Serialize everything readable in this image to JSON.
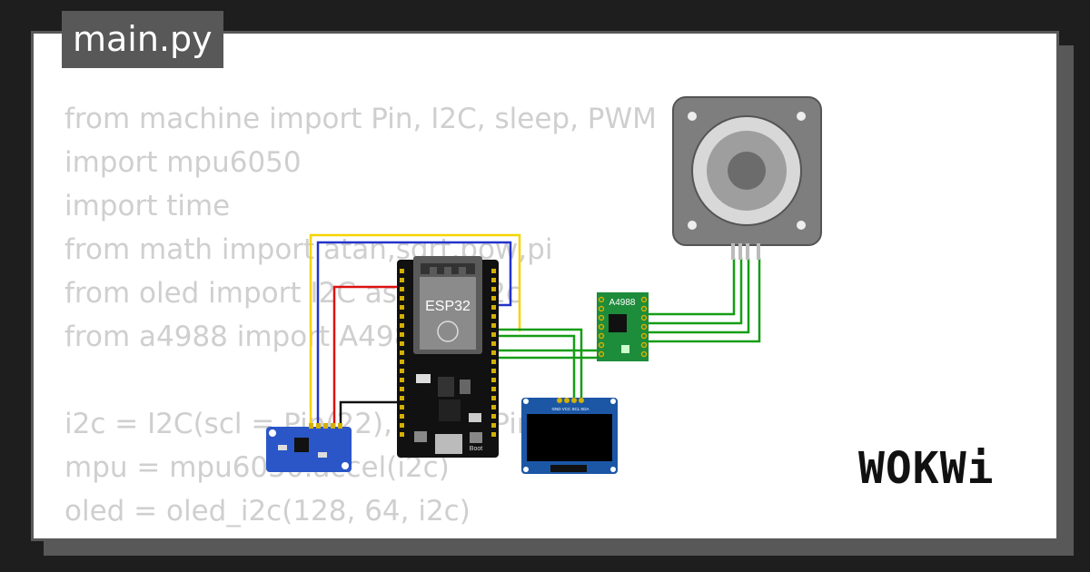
{
  "file_tab": {
    "label": "main.py"
  },
  "code_lines": [
    "from machine import Pin, I2C, sleep, PWM",
    "import mpu6050",
    "import time",
    "from math import atan,sqrt,pow,pi",
    "from oled import I2C as oled_i2c",
    "from a4988 import A4988",
    "",
    "i2c = I2C(scl = Pin(22), sda = Pin(21))",
    "mpu = mpu6050.accel(i2c)",
    "oled = oled_i2c(128, 64, i2c)"
  ],
  "components": {
    "esp32_label": "ESP32",
    "driver_label": "A4988",
    "boot_label": "Boot",
    "oled_pins": "GND VCC SCL SDA"
  },
  "brand": {
    "logo": "WOKWi"
  },
  "colors": {
    "code_text": "#cfcfcf",
    "tab_bg": "#585858",
    "wire_yellow": "#f5d400",
    "wire_blue": "#2233cc",
    "wire_red": "#dd1111",
    "wire_black": "#111111",
    "wire_green": "#169d16"
  }
}
